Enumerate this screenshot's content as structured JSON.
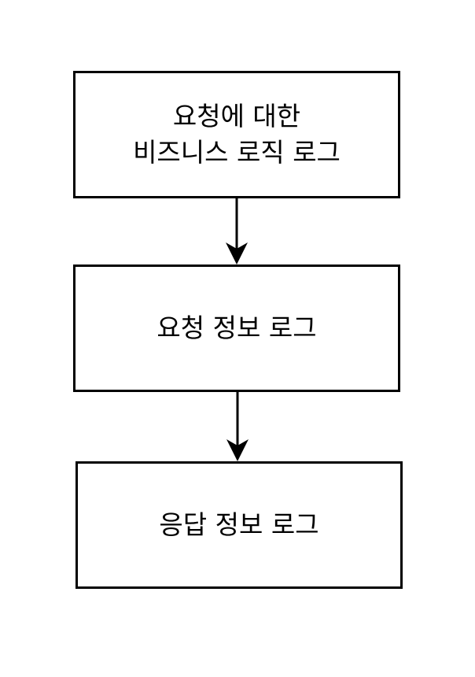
{
  "diagram": {
    "nodes": [
      {
        "id": "box-1",
        "lines": [
          "요청에 대한",
          "비즈니스 로직 로그"
        ]
      },
      {
        "id": "box-2",
        "lines": [
          "요청 정보 로그"
        ]
      },
      {
        "id": "box-3",
        "lines": [
          "응답 정보 로그"
        ]
      }
    ],
    "edges": [
      {
        "from": "box-1",
        "to": "box-2"
      },
      {
        "from": "box-2",
        "to": "box-3"
      }
    ],
    "colors": {
      "stroke": "#000000",
      "fill": "#ffffff",
      "text": "#000000"
    }
  }
}
